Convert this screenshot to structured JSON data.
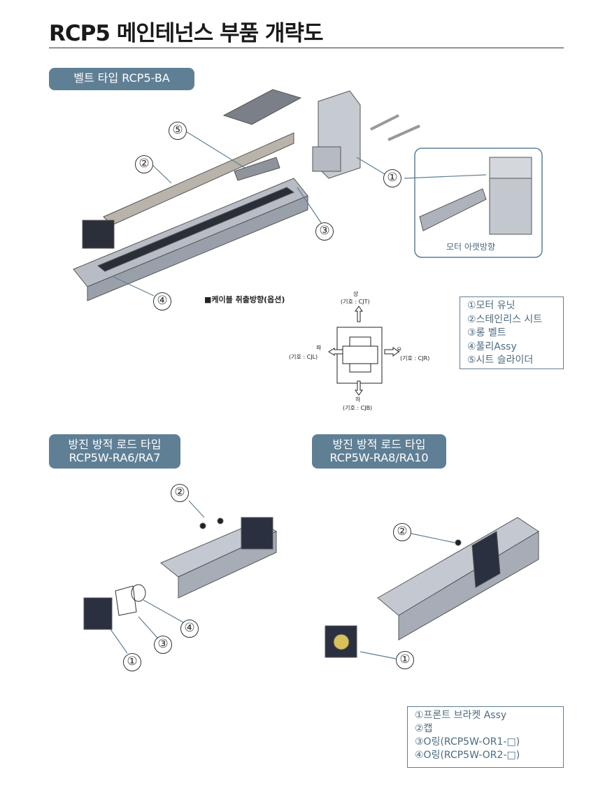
{
  "title": "RCP5 메인테넌스 부품 개략도",
  "section_belt": {
    "badge": "벨트 타입 RCP5-BA",
    "inset_caption": "모터 아랫방향",
    "cable_heading": "■케이블 취출방향(옵션)",
    "directions": {
      "top": {
        "label": "상",
        "code": "(기호 : CJT)"
      },
      "left": {
        "label": "좌",
        "code": "(기호 : CJL)"
      },
      "right": {
        "label": "우",
        "code": "(기호 : CJR)"
      },
      "bottom": {
        "label": "하",
        "code": "(기호 : CJB)"
      }
    },
    "callouts": [
      "①",
      "②",
      "③",
      "④",
      "⑤"
    ],
    "legend": [
      "①모터 유닛",
      "②스테인리스 시트",
      "③롱 벨트",
      "④풀리Assy",
      "⑤시트 슬라이더"
    ]
  },
  "section_ra6": {
    "badge_line1": "방진 방적 로드 타입",
    "badge_line2": "RCP5W-RA6/RA7",
    "callouts": [
      "①",
      "②",
      "③",
      "④"
    ]
  },
  "section_ra8": {
    "badge_line1": "방진 방적 로드 타입",
    "badge_line2": "RCP5W-RA8/RA10",
    "callouts": [
      "①",
      "②"
    ]
  },
  "legend_rod": [
    "①프론트 브라켓 Assy",
    "②캡",
    "③O링(RCP5W-OR1-□)",
    "④O링(RCP5W-OR2-□)"
  ],
  "colors": {
    "badge": "#5f7f95",
    "legend_text": "#4d6b80"
  }
}
